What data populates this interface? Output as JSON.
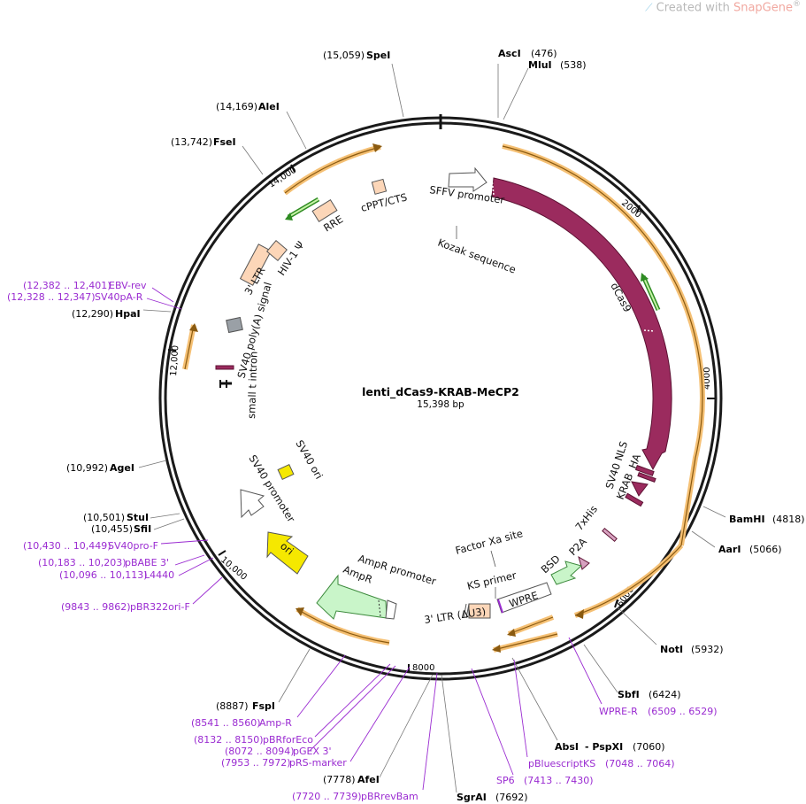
{
  "watermark": {
    "prefix": "Created with ",
    "brand": "SnapGene",
    "mark": "®"
  },
  "plasmid": {
    "name": "lenti_dCas9-KRAB-MeCP2",
    "length_label": "15,398 bp"
  },
  "tick_labels": [
    "2000",
    "4000",
    "6000",
    "8000",
    "10,000",
    "12,000",
    "14,000"
  ],
  "enzymes": [
    {
      "name": "SpeI",
      "pos": "(15,059)"
    },
    {
      "name": "AscI",
      "pos": "(476)"
    },
    {
      "name": "MluI",
      "pos": "(538)"
    },
    {
      "name": "AleI",
      "pos": "(14,169)"
    },
    {
      "name": "FseI",
      "pos": "(13,742)"
    },
    {
      "name": "HpaI",
      "pos": "(12,290)"
    },
    {
      "name": "AgeI",
      "pos": "(10,992)"
    },
    {
      "name": "StuI",
      "pos": "(10,501)"
    },
    {
      "name": "SfiI",
      "pos": "(10,455)"
    },
    {
      "name": "BamHI",
      "pos": "(4818)"
    },
    {
      "name": "AarI",
      "pos": "(5066)"
    },
    {
      "name": "NotI",
      "pos": "(5932)"
    },
    {
      "name": "SbfI",
      "pos": "(6424)"
    },
    {
      "name": "AbsI",
      "pos": "- PspXI",
      "extra": "(7060)"
    },
    {
      "name": "SgrAI",
      "pos": "(7692)"
    },
    {
      "name": "AfeI",
      "pos": "(7778)"
    },
    {
      "name": "FspI",
      "pos": "(8887)"
    }
  ],
  "primers": [
    {
      "pos": "(12,382 .. 12,401)",
      "name": "EBV-rev"
    },
    {
      "pos": "(12,328 .. 12,347)",
      "name": "SV40pA-R"
    },
    {
      "pos": "(10,430 .. 10,449)",
      "name": "SV40pro-F"
    },
    {
      "pos": "(10,183 .. 10,203)",
      "name": "pBABE 3'"
    },
    {
      "pos": "(10,096 .. 10,113)",
      "name": "L4440"
    },
    {
      "pos": "(9843 .. 9862)",
      "name": "pBR322ori-F"
    },
    {
      "pos": "(8541 .. 8560)",
      "name": "Amp-R"
    },
    {
      "pos": "(8132 .. 8150)",
      "name": "pBRforEco"
    },
    {
      "pos": "(8072 .. 8094)",
      "name": "pGEX 3'"
    },
    {
      "pos": "(7953 .. 7972)",
      "name": "pRS-marker"
    },
    {
      "pos": "(7720 .. 7739)",
      "name": "pBRrevBam"
    },
    {
      "pos": "(6509 .. 6529)",
      "name": "WPRE-R"
    },
    {
      "pos": "(7048 .. 7064)",
      "name": "pBluescriptKS"
    },
    {
      "pos": "(7413 .. 7430)",
      "name": "SP6"
    }
  ],
  "features": {
    "sffv": "SFFV promoter",
    "kozak": "Kozak sequence",
    "dcas9": "dCas9",
    "sv40nls": "SV40 NLS",
    "krab": "KRAB",
    "ha": "HA",
    "his": "7xHis",
    "p2a": "P2A",
    "bsd": "BSD",
    "xa": "Factor Xa site",
    "ks": "KS primer",
    "wpre": "WPRE",
    "ltr3du3": "3' LTR (ΔU3)",
    "amppro": "AmpR promoter",
    "ampr": "AmpR",
    "ori": "ori",
    "sv40pro": "SV40 promoter",
    "sv40ori": "SV40 ori",
    "intron": "small t intron",
    "polya": "SV40 poly(A) signal",
    "ltr3": "3' LTR",
    "psi": "HIV-1 Ψ",
    "rre": "RRE",
    "cppt": "cPPT/CTS"
  },
  "colors": {
    "backbone": "#1a1a1a",
    "cds": "#9b2b5e",
    "promoter_fill": "#ffffff",
    "ltr": "#fcd6b8",
    "ori": "#f5e800",
    "ampr": "#c9f5c9",
    "primer": "#9a2bd1",
    "orf_arrow": "#f5c074",
    "grey_box": "#9aa0a6",
    "green_arrow": "#2e8b22"
  }
}
